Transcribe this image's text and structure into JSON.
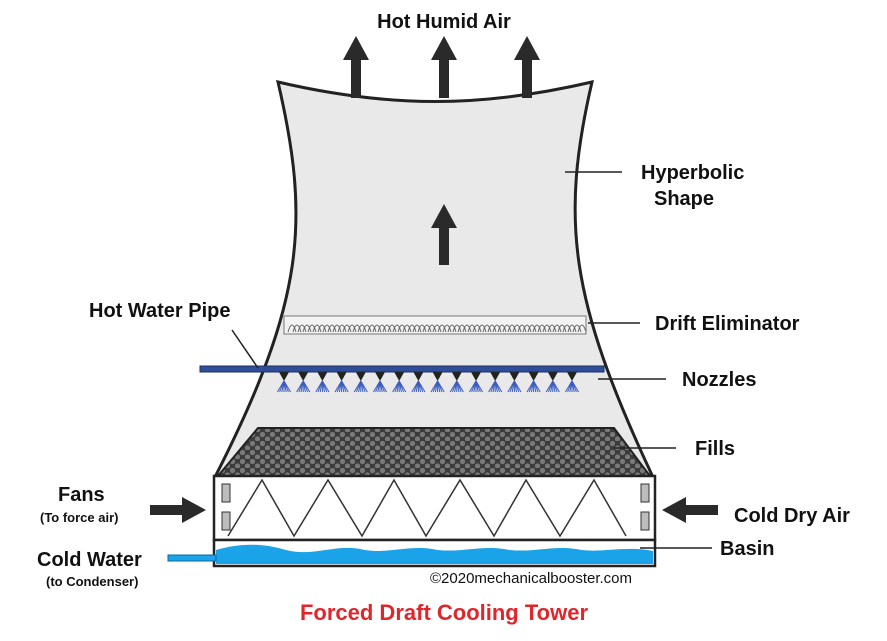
{
  "labels": {
    "top": "Hot Humid Air",
    "hyperbolic_1": "Hyperbolic",
    "hyperbolic_2": "Shape",
    "hot_water_pipe": "Hot Water Pipe",
    "drift_eliminator": "Drift Eliminator",
    "nozzles": "Nozzles",
    "fills": "Fills",
    "fans": "Fans",
    "fans_sub": "(To force air)",
    "cold_dry_air": "Cold Dry Air",
    "basin": "Basin",
    "cold_water": "Cold Water",
    "cold_water_sub": "(to Condenser)"
  },
  "copyright": "©2020mechanicalbooster.com",
  "title": "Forced Draft Cooling Tower",
  "colors": {
    "tower_fill": "#e9e9e9",
    "outline": "#222222",
    "pipe": "#2f4e9a",
    "spray": "#3a5cc0",
    "water": "#1aa3e8",
    "fill_media": "#555555",
    "arrow": "#2a2a2a",
    "title": "#e0262b"
  }
}
